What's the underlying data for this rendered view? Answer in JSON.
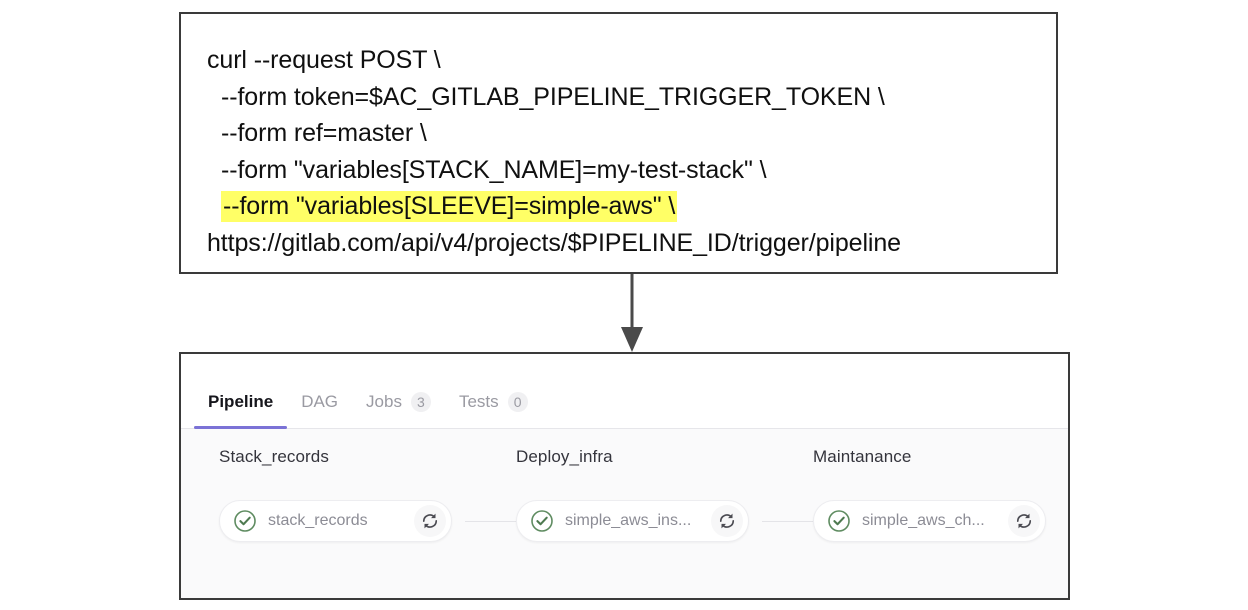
{
  "command_block": {
    "lines": [
      {
        "text": "curl --request POST \\",
        "indent": false,
        "highlight": false
      },
      {
        "text": "--form token=$AC_GITLAB_PIPELINE_TRIGGER_TOKEN \\",
        "indent": true,
        "highlight": false
      },
      {
        "text": "--form ref=master \\",
        "indent": true,
        "highlight": false
      },
      {
        "text": "--form \"variables[STACK_NAME]=my-test-stack\" \\",
        "indent": true,
        "highlight": false
      },
      {
        "text": "--form \"variables[SLEEVE]=simple-aws\" \\",
        "indent": true,
        "highlight": true
      },
      {
        "text": "https://gitlab.com/api/v4/projects/$PIPELINE_ID/trigger/pipeline",
        "indent": false,
        "highlight": false
      }
    ],
    "highlight_color": "#ffff66"
  },
  "arrow": {
    "icon": "down-arrow-icon",
    "color": "#4a4a4a"
  },
  "pipeline": {
    "tabs": [
      {
        "label": "Pipeline",
        "badge": null,
        "active": true
      },
      {
        "label": "DAG",
        "badge": null,
        "active": false
      },
      {
        "label": "Jobs",
        "badge": "3",
        "active": false
      },
      {
        "label": "Tests",
        "badge": "0",
        "active": false
      }
    ],
    "active_tab_color": "#7b72d6",
    "stages": [
      {
        "title": "Stack_records",
        "jobs": [
          {
            "name": "stack_records",
            "status": "success",
            "status_icon": "check-circle-icon",
            "retry_icon": "retry-icon"
          }
        ]
      },
      {
        "title": "Deploy_infra",
        "jobs": [
          {
            "name": "simple_aws_ins...",
            "status": "success",
            "status_icon": "check-circle-icon",
            "retry_icon": "retry-icon"
          }
        ]
      },
      {
        "title": "Maintanance",
        "jobs": [
          {
            "name": "simple_aws_ch...",
            "status": "success",
            "status_icon": "check-circle-icon",
            "retry_icon": "retry-icon"
          }
        ]
      }
    ],
    "status_color": "#5f8c61"
  }
}
